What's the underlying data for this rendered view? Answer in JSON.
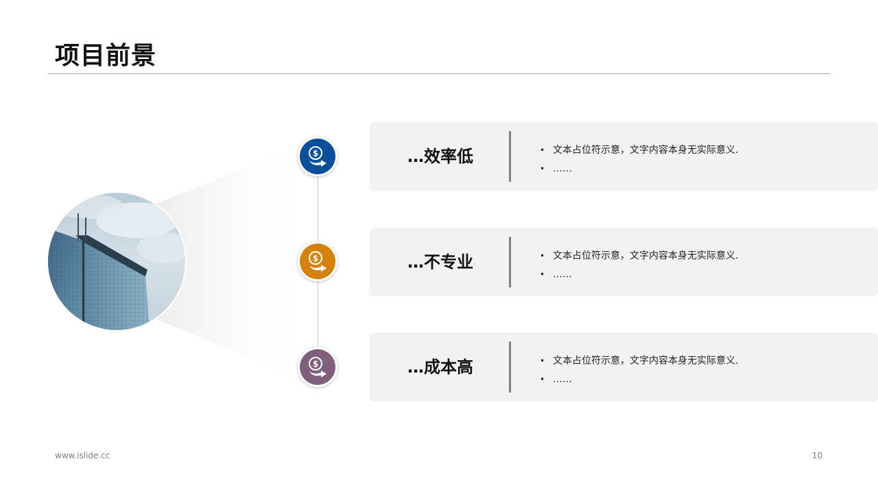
{
  "slide": {
    "title": "项目前景",
    "footer_url": "www.islide.cc",
    "page_number": "10"
  },
  "photo": {
    "icon": "building-photo"
  },
  "items": [
    {
      "heading": "…效率低",
      "color": "#0b4f9a",
      "icon": "dollar-hand-icon",
      "bullets": [
        "文本占位符示意，文字内容本身无实际意义.",
        "……"
      ]
    },
    {
      "heading": "…不专业",
      "color": "#d4820e",
      "icon": "dollar-hand-icon",
      "bullets": [
        "文本占位符示意，文字内容本身无实际意义.",
        "……"
      ]
    },
    {
      "heading": "…成本高",
      "color": "#7f607c",
      "icon": "dollar-hand-icon",
      "bullets": [
        "文本占位符示意，文字内容本身无实际意义.",
        "……"
      ]
    }
  ],
  "bullet_glyph": "•"
}
